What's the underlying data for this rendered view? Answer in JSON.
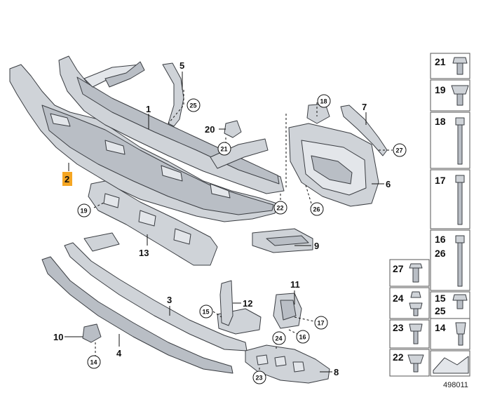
{
  "callouts": {
    "c1": "1",
    "c2": "2",
    "c3": "3",
    "c4": "4",
    "c5": "5",
    "c6": "6",
    "c7": "7",
    "c8": "8",
    "c9": "9",
    "c10": "10",
    "c11": "11",
    "c12": "12",
    "c13": "13",
    "c20": "20"
  },
  "circled": {
    "k25": "25",
    "k18": "18",
    "k21": "21",
    "k27": "27",
    "k22": "22",
    "k26": "26",
    "k19": "19",
    "k15": "15",
    "k17": "17",
    "k16": "16",
    "k24": "24",
    "k23": "23",
    "k14": "14"
  },
  "highlighted_part": "2",
  "parts_panel": {
    "p21": "21",
    "p19": "19",
    "p18": "18",
    "p17": "17",
    "p16": "16",
    "p26": "26",
    "p27": "27",
    "p15": "15",
    "p25": "25",
    "p24": "24",
    "p14": "14",
    "p23": "23",
    "p22": "22"
  },
  "diagram_id": "498011",
  "colors": {
    "highlight": "#f5a623",
    "part_fill": "#cfd3d8",
    "outline": "#3a3d42"
  }
}
